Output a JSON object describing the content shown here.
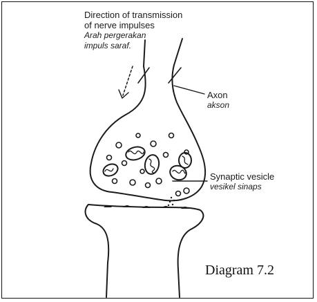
{
  "labels": {
    "direction_en_line1": "Direction of transmission",
    "direction_en_line2": "of nerve impulses",
    "direction_ms_line1": "Arah pergerakan",
    "direction_ms_line2": "impuls saraf.",
    "axon_en": "Axon",
    "axon_ms": "akson",
    "vesicle_en": "Synaptic vesicle",
    "vesicle_ms": "vesikel sinaps"
  },
  "caption": "Diagram 7.2"
}
